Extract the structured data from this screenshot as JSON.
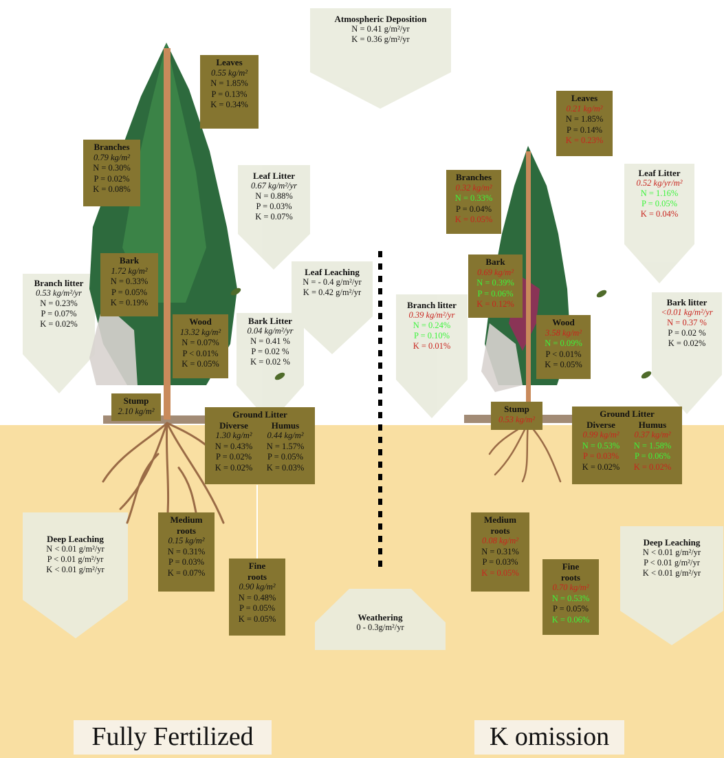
{
  "atmospheric": {
    "title": "Atmospheric Deposition",
    "n": "N = 0.41 g/m²/yr",
    "k": "K = 0.36 g/m²/yr"
  },
  "weathering": {
    "title": "Weathering",
    "value": "0 - 0.3g/m²/yr"
  },
  "ff": {
    "title": "Fully Fertilized",
    "leaves": {
      "title": "Leaves",
      "w": "0.55 kg/m²",
      "n": "N = 1.85%",
      "p": "P = 0.13%",
      "k": "K = 0.34%"
    },
    "branches": {
      "title": "Branches",
      "w": "0.79 kg/m²",
      "n": "N = 0.30%",
      "p": "P = 0.02%",
      "k": "K = 0.08%"
    },
    "bark": {
      "title": "Bark",
      "w": "1.72 kg/m²",
      "n": "N = 0.33%",
      "p": "P = 0.05%",
      "k": "K = 0.19%"
    },
    "wood": {
      "title": "Wood",
      "w": "13.32 kg/m²",
      "n": "N = 0.07%",
      "p": "P < 0.01%",
      "k": "K = 0.05%"
    },
    "stump": {
      "title": "Stump",
      "w": "2.10 kg/m²"
    },
    "ground": {
      "title": "Ground Litter",
      "diverse": {
        "title": "Diverse",
        "w": "1.30 kg/m²",
        "n": "N = 0.43%",
        "p": "P = 0.02%",
        "k": "K = 0.02%"
      },
      "humus": {
        "title": "Humus",
        "w": "0.44 kg/m²",
        "n": "N = 1.57%",
        "p": "P = 0.05%",
        "k": "K = 0.03%"
      }
    },
    "medium": {
      "title1": "Medium",
      "title2": "roots",
      "w": "0.15 kg/m²",
      "n": "N = 0.31%",
      "p": "P = 0.03%",
      "k": "K = 0.07%"
    },
    "fine": {
      "title1": "Fine",
      "title2": "roots",
      "w": "0.90 kg/m²",
      "n": "N = 0.48%",
      "p": "P = 0.05%",
      "k": "K = 0.05%"
    },
    "leaf_litter": {
      "title": "Leaf Litter",
      "w": "0.67 kg/m²/yr",
      "n": "N = 0.88%",
      "p": "P = 0.03%",
      "k": "K = 0.07%"
    },
    "leaf_leaching": {
      "title": "Leaf Leaching",
      "n": "N = - 0.4 g/m²/yr",
      "k": "K = 0.42 g/m²/yr"
    },
    "bark_litter": {
      "title": "Bark Litter",
      "w": "0.04 kg/m²/yr",
      "n": "N = 0.41 %",
      "p": "P = 0.02 %",
      "k": "K = 0.02 %"
    },
    "branch_litter": {
      "title": "Branch litter",
      "w": "0.53 kg/m²/yr",
      "n": "N = 0.23%",
      "p": "P = 0.07%",
      "k": "K = 0.02%"
    },
    "deep": {
      "title": "Deep Leaching",
      "n": "N < 0.01 g/m²/yr",
      "p": "P < 0.01 g/m²/yr",
      "k": "K < 0.01 g/m²/yr"
    }
  },
  "ko": {
    "title": "K omission",
    "leaves": {
      "title": "Leaves",
      "w": "0.21 kg/m²",
      "n": "N = 1.85%",
      "p": "P = 0.14%",
      "k": "K = 0.23%"
    },
    "branches": {
      "title": "Branches",
      "w": "0.32 kg/m²",
      "n": "N = 0.33%",
      "p": "P = 0.04%",
      "k": "K = 0.05%"
    },
    "bark": {
      "title": "Bark",
      "w": "0.69 kg/m²",
      "n": "N = 0.39%",
      "p": "P = 0.06%",
      "k": "K = 0.12%"
    },
    "wood": {
      "title": "Wood",
      "w": "3.58 kg/m²",
      "n": "N = 0.09%",
      "p": "P < 0.01%",
      "k": "K = 0.05%"
    },
    "stump": {
      "title": "Stump",
      "w": "0.53 kg/m²"
    },
    "ground": {
      "title": "Ground Litter",
      "diverse": {
        "title": "Diverse",
        "w": "0.99 kg/m²",
        "n": "N = 0.53%",
        "p": "P = 0.03%",
        "k": "K = 0.02%"
      },
      "humus": {
        "title": "Humus",
        "w": "0.37 kg/m²",
        "n": "N = 1.58%",
        "p": "P = 0.06%",
        "k": "K = 0.02%"
      }
    },
    "medium": {
      "title1": "Medium",
      "title2": "roots",
      "w": "0.08 kg/m²",
      "n": "N = 0.31%",
      "p": "P = 0.03%",
      "k": "K = 0.05%"
    },
    "fine": {
      "title1": "Fine",
      "title2": "roots",
      "w": "0.70 kg/m²",
      "n": "N = 0.53%",
      "p": "P = 0.05%",
      "k": "K = 0.06%"
    },
    "leaf_litter": {
      "title": "Leaf Litter",
      "w": "0.52 kg/yr/m²",
      "n": "N = 1.16%",
      "p": "P = 0.05%",
      "k": "K = 0.04%"
    },
    "bark_litter": {
      "title": "Bark litter",
      "w": "<0.01 kg/m²/yr",
      "n": "N = 0.37 %",
      "p": "P = 0.02 %",
      "k": "K = 0.02%"
    },
    "branch_litter": {
      "title": "Branch litter",
      "w": "0.39 kg/m²/yr",
      "n": "N = 0.24%",
      "p": "P = 0.10%",
      "k": "K = 0.01%"
    },
    "deep": {
      "title": "Deep Leaching",
      "n": "N < 0.01 g/m²/yr",
      "p": "P < 0.01 g/m²/yr",
      "k": "K < 0.01 g/m²/yr"
    }
  },
  "colors": {
    "box": "#857530",
    "arrow": "#e9ebdd",
    "soil": "#f9dfa2",
    "decrease": "#c8241e",
    "increase": "#3cf43c"
  }
}
